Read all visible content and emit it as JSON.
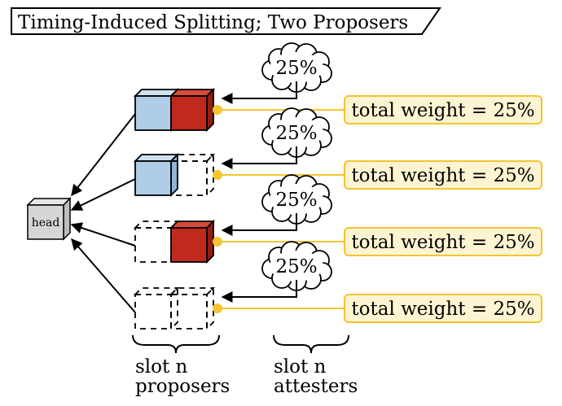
{
  "title": "Timing-Induced Splitting; Two Proposers",
  "head_label": "head",
  "colors": {
    "blue": "#b0cde8",
    "red": "#bf2a1c",
    "yellow": "#f5c430",
    "yellow_fill": "#fdf5d2",
    "head_gray": "#d6d6d6"
  },
  "rows": [
    {
      "cloud": "25%",
      "weight": "total weight = 25%",
      "blocks": [
        "blue",
        "red"
      ]
    },
    {
      "cloud": "25%",
      "weight": "total weight = 25%",
      "blocks": [
        "blue",
        "empty"
      ]
    },
    {
      "cloud": "25%",
      "weight": "total weight = 25%",
      "blocks": [
        "empty",
        "red"
      ]
    },
    {
      "cloud": "25%",
      "weight": "total weight = 25%",
      "blocks": [
        "empty",
        "empty"
      ]
    }
  ],
  "brace_labels": {
    "proposers": [
      "slot n",
      "proposers"
    ],
    "attesters": [
      "slot n",
      "attesters"
    ]
  }
}
